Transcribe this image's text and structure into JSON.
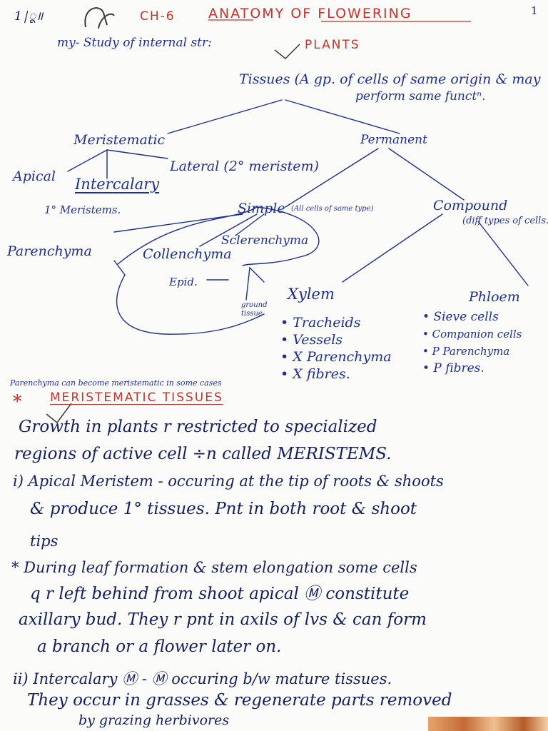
{
  "header": {
    "left_mark": "1|ू॥",
    "chapter": "CH-6",
    "title": "ANATOMY OF FLOWERING",
    "title2": "PLANTS",
    "page_no": "1",
    "note": "my- Study of internal str:"
  },
  "tree": {
    "root": "Tissues (A gp. of cells of same origin & may",
    "root2": "perform same functⁿ.",
    "meristematic": "Meristematic",
    "permanent": "Permanent",
    "apical": "Apical",
    "intercalary": "Intercalary",
    "lateral": "Lateral (2° meristem)",
    "primary_meristem": "1° Meristems.",
    "simple": "Simple",
    "simple_note": "(All cells of same type)",
    "compound": "Compound",
    "compound_note": "(diff types of cells.",
    "parenchyma": "Parenchyma",
    "collenchyma": "Collenchyma",
    "sclerenchyma": "Sclerenchyma",
    "epid": "Epid.",
    "ground_tissue": "ground tissue",
    "xylem": "Xylem",
    "phloem": "Phloem",
    "xylem_items": [
      "• Tracheids",
      "• Vessels",
      "• X Parenchyma",
      "• X fibres."
    ],
    "phloem_items": [
      "• Sieve cells",
      "• Companion cells",
      "• P Parenchyma",
      "• P fibres."
    ],
    "parenchyma_note": "Parenchyma can become meristematic in some cases"
  },
  "section": {
    "star": "*",
    "heading": "MERISTEMATIC TISSUES",
    "lines": [
      "Growth in plants r restricted to specialized",
      "regions of active cell ÷n called MERISTEMS.",
      "i) Apical Meristem - occuring at the tip of roots & shoots",
      "& produce 1° tissues. Pnt in both root & shoot",
      "tips",
      "* During leaf formation & stem elongation some cells",
      "q r left behind from shoot apical Ⓜ constitute",
      "axillary bud. They r pnt in axils of lvs & can form",
      "a branch or a flower later on.",
      "ii) Intercalary Ⓜ - Ⓜ occuring b/w mature tissues.",
      "They occur in grasses & regenerate parts removed",
      "by grazing herbivores"
    ]
  }
}
